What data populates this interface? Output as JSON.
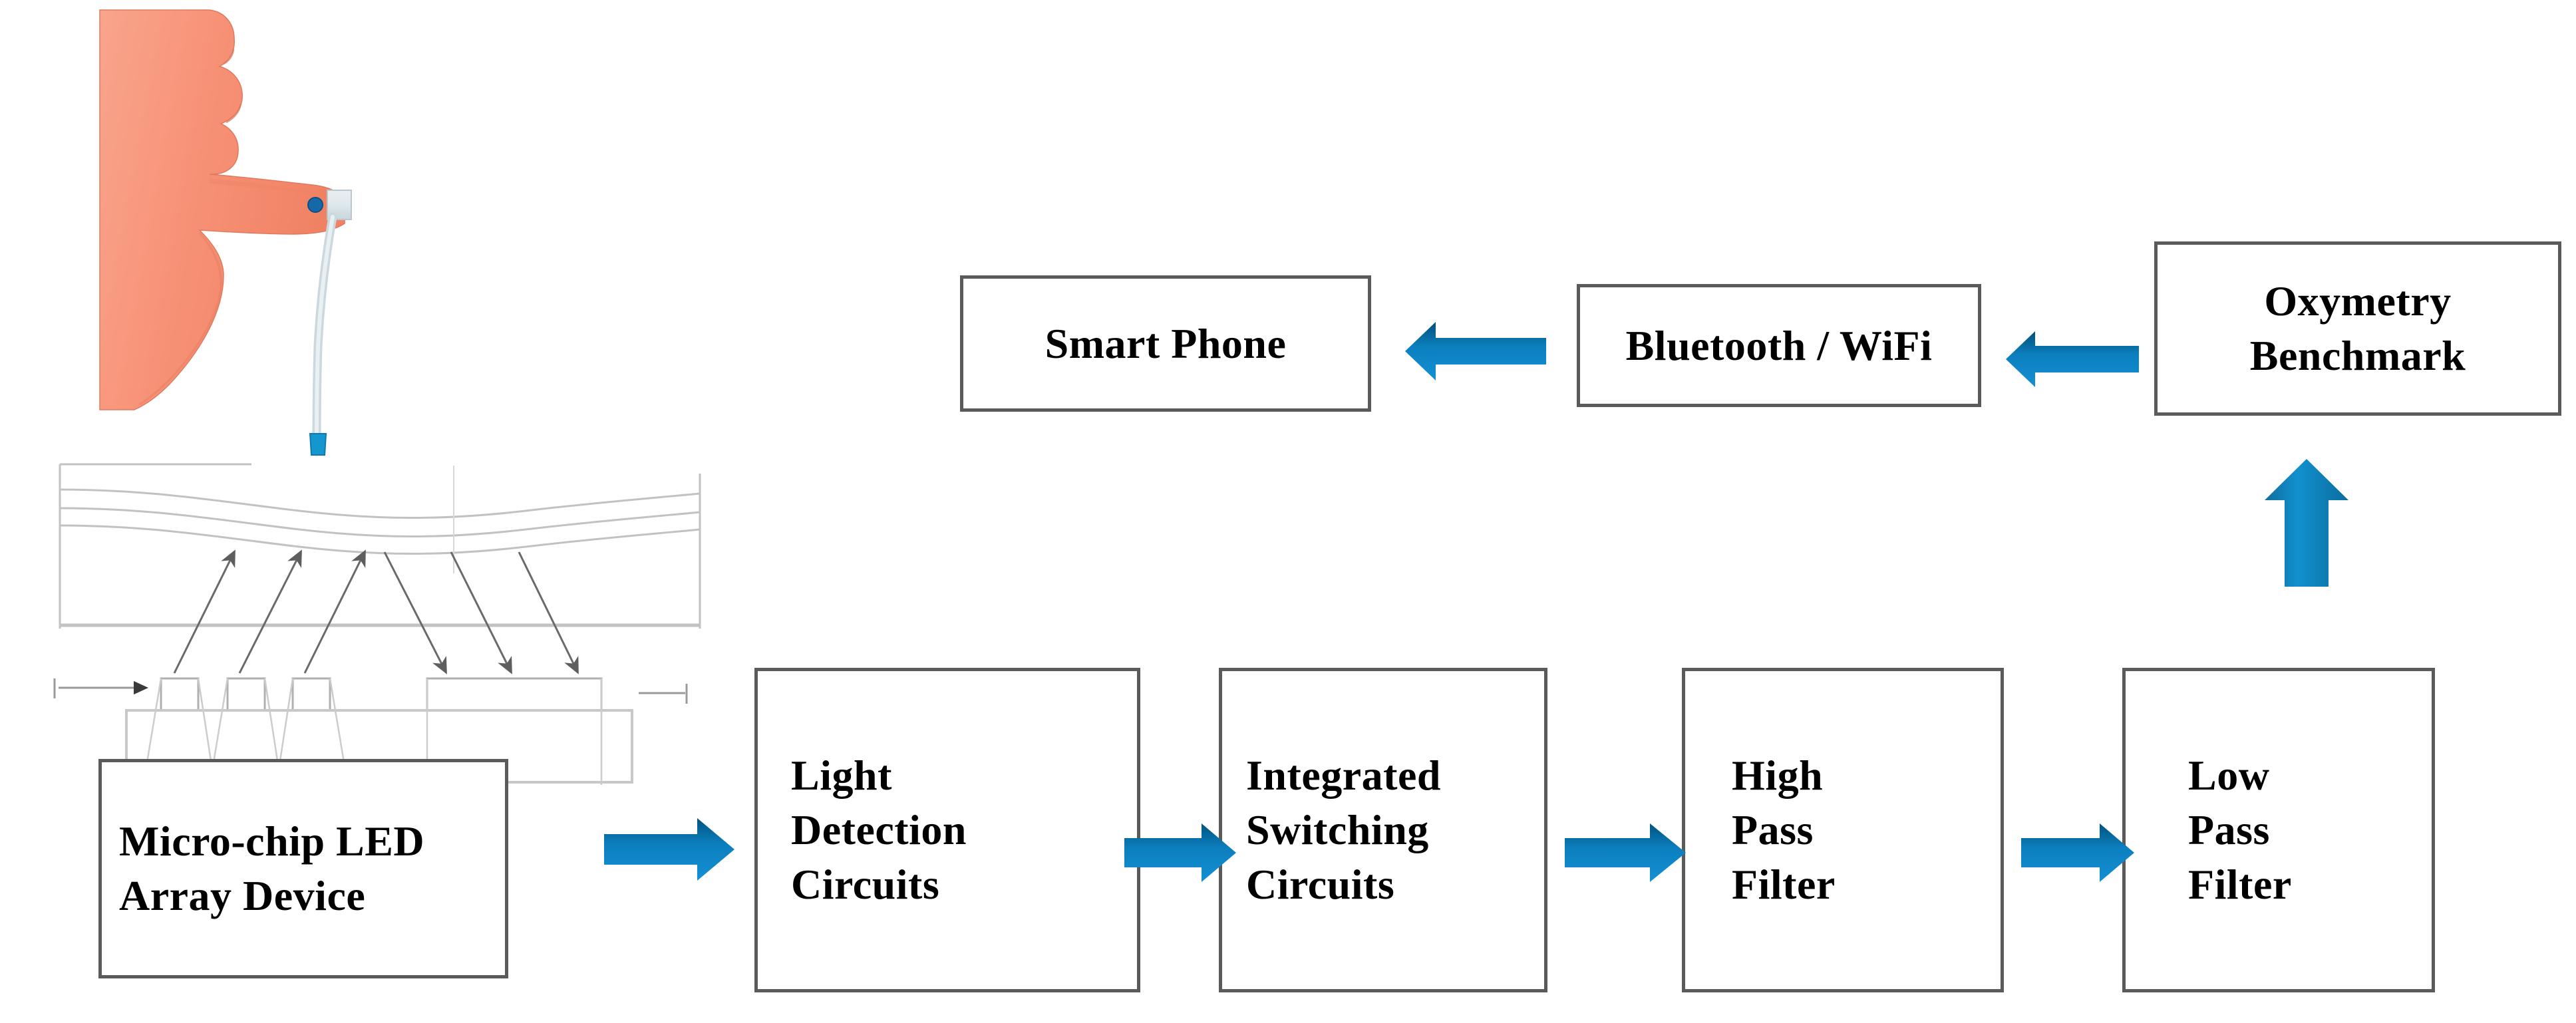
{
  "figure": {
    "kind": "block-diagram",
    "background_color": "#ffffff",
    "box_border_color": "#5a5a5a",
    "arrow_color_dark": "#00527d",
    "arrow_color_light": "#0c86c4",
    "skin_color": "#f79277",
    "line_color": "#b4b4b4"
  },
  "boxes": [
    {
      "id": "smart-phone",
      "label": "Smart Phone"
    },
    {
      "id": "bluetooth-wifi",
      "label": "Bluetooth / WiFi"
    },
    {
      "id": "oxymetry-benchmark",
      "label": "Oxymetry\nBenchmark"
    },
    {
      "id": "micro-chip-led-array",
      "label": "Micro-chip LED\nArray Device"
    },
    {
      "id": "light-detection",
      "label": "Light\nDetection\nCircuits"
    },
    {
      "id": "integrated-switching",
      "label": "Integrated\nSwitching\nCircuits"
    },
    {
      "id": "high-pass-filter",
      "label": "High\nPass\nFilter"
    },
    {
      "id": "low-pass-filter",
      "label": "Low\nPass\nFilter"
    }
  ],
  "arrows": [
    {
      "id": "oxymetry-to-bluetooth",
      "direction": "left",
      "from": "Oxymetry Benchmark",
      "to": "Bluetooth / WiFi"
    },
    {
      "id": "bluetooth-to-phone",
      "direction": "left",
      "from": "Bluetooth / WiFi",
      "to": "Smart Phone"
    },
    {
      "id": "lowpass-to-oxymetry",
      "direction": "up",
      "from": "Low Pass Filter",
      "to": "Oxymetry Benchmark"
    },
    {
      "id": "led-to-detection",
      "direction": "right",
      "from": "Micro-chip LED Array Device",
      "to": "Light Detection Circuits"
    },
    {
      "id": "detection-to-switching",
      "direction": "right",
      "from": "Light Detection Circuits",
      "to": "Integrated Switching Circuits"
    },
    {
      "id": "switching-to-highpass",
      "direction": "right",
      "from": "Integrated Switching Circuits",
      "to": "High Pass Filter"
    },
    {
      "id": "highpass-to-lowpass",
      "direction": "right",
      "from": "High Pass Filter",
      "to": "Low Pass Filter"
    }
  ],
  "illustration": {
    "hand_label": "hand-with-finger-sensor",
    "sensor_probe_label": "finger-sensor-probe",
    "tissue_label": "skin-tissue-cross-section",
    "led_array_label": "led-photodiode-array",
    "emitted_ray_count": 3,
    "reflected_ray_count": 3
  }
}
